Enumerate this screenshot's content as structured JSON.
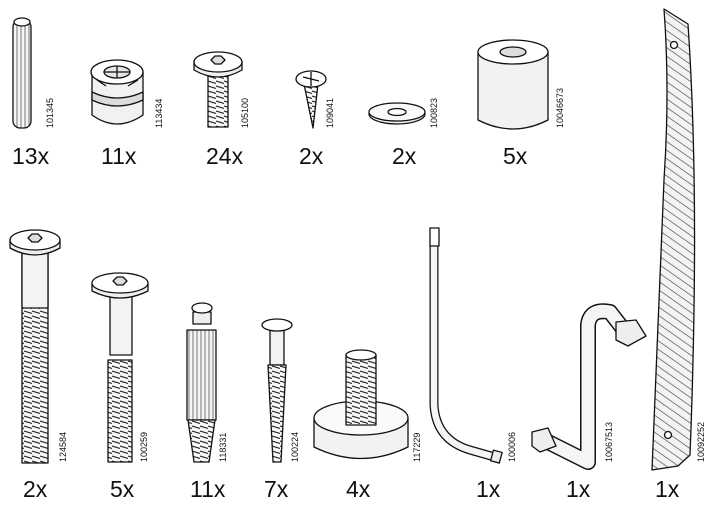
{
  "parts": [
    {
      "name": "dowel",
      "code": "101345",
      "qty": "13x"
    },
    {
      "name": "cam-lock",
      "code": "113434",
      "qty": "11x"
    },
    {
      "name": "short-bolt",
      "code": "105100",
      "qty": "24x"
    },
    {
      "name": "wood-screw",
      "code": "109041",
      "qty": "2x"
    },
    {
      "name": "washer",
      "code": "100823",
      "qty": "2x"
    },
    {
      "name": "spacer",
      "code": "10046673",
      "qty": "5x"
    },
    {
      "name": "long-bolt",
      "code": "124584",
      "qty": "2x"
    },
    {
      "name": "shoulder-bolt",
      "code": "100259",
      "qty": "5x"
    },
    {
      "name": "cam-dowel",
      "code": "118331",
      "qty": "11x"
    },
    {
      "name": "confirmat-screw",
      "code": "100224",
      "qty": "7x"
    },
    {
      "name": "adjustable-foot",
      "code": "117229",
      "qty": "4x"
    },
    {
      "name": "allen-key",
      "code": "100006",
      "qty": "1x"
    },
    {
      "name": "crank-wrench",
      "code": "10067513",
      "qty": "1x"
    },
    {
      "name": "wooden-strap",
      "code": "10092252",
      "qty": "1x"
    }
  ]
}
